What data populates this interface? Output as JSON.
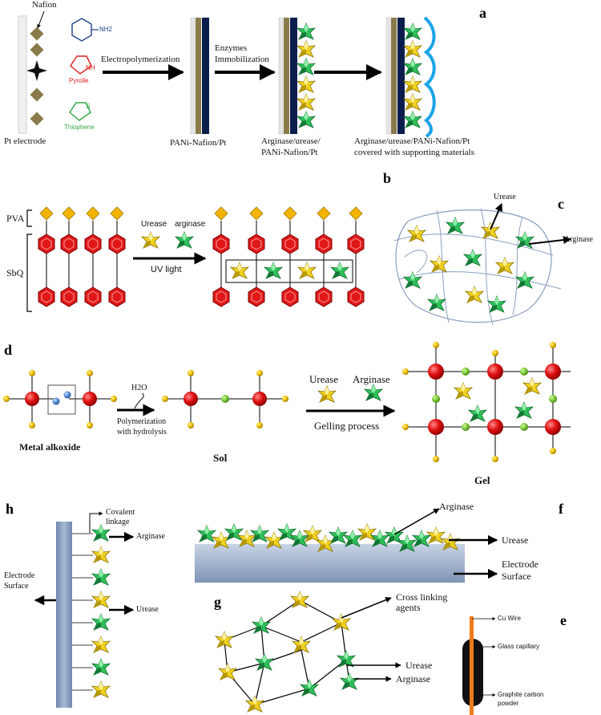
{
  "panel_letters": {
    "a": "a",
    "b": "b",
    "c": "c",
    "d": "d",
    "e": "e",
    "f": "f",
    "g": "g",
    "h": "h"
  },
  "panel_a": {
    "nafion": "Nafion",
    "nh2": "NH2",
    "pyrolle": "Pyrolle",
    "nh": "NH",
    "thiophene": "Thiophene",
    "s": "S",
    "electrode": "Pt electrode",
    "step1": "Electropolymerization",
    "step2_line1": "Enzymes",
    "step2_line2": "Immobilization",
    "stage1": "PANi-Nafion/Pt",
    "stage2_line1": "Arginase/urease/",
    "stage2_line2": "PANi-Nafion/Pt",
    "stage3_line1": "Arginase/urease/PANi-Nafion/Pt",
    "stage3_line2": "covered with supporting materials"
  },
  "panel_b": {
    "pva": "PVA",
    "sbq": "SbQ",
    "urease": "Urease",
    "arginase": "arginase",
    "uv": "UV light"
  },
  "panel_c": {
    "urease": "Urease",
    "arginase": "Arginase"
  },
  "panel_d": {
    "h2o": "H2O",
    "poly_line1": "Polymerization",
    "poly_line2": "with hydrolysis",
    "metal": "Metal alkoxide",
    "sol": "Sol",
    "urease": "Urease",
    "arginase": "Arginase",
    "gelling": "Gelling process",
    "gel": "Gel"
  },
  "panel_h": {
    "cov_line1": "Covalent",
    "cov_line2": "linkage",
    "arginase": "Arginase",
    "urease": "Urease",
    "el_line1": "Electrode",
    "el_line2": "Surface"
  },
  "panel_f": {
    "arginase": "Arginase",
    "urease": "Urease",
    "el_line1": "Electrode",
    "el_line2": "Surface"
  },
  "panel_g": {
    "cross_line1": "Cross linking",
    "cross_line2": "agents",
    "urease": "Urease",
    "arginase": "Arginase"
  },
  "panel_e": {
    "cu": "Cu Wire",
    "glass": "Glass capillary",
    "graphite_line1": "Graphite carbon",
    "graphite_line2": "powder"
  },
  "colors": {
    "urease": "#f0d020",
    "arginase": "#2fbf5a",
    "pva": "#f2b400",
    "sbq": "#e01818",
    "electrode": "#8fa6c4",
    "navy": "#0b1d4d",
    "olive": "#8b7a4a"
  }
}
